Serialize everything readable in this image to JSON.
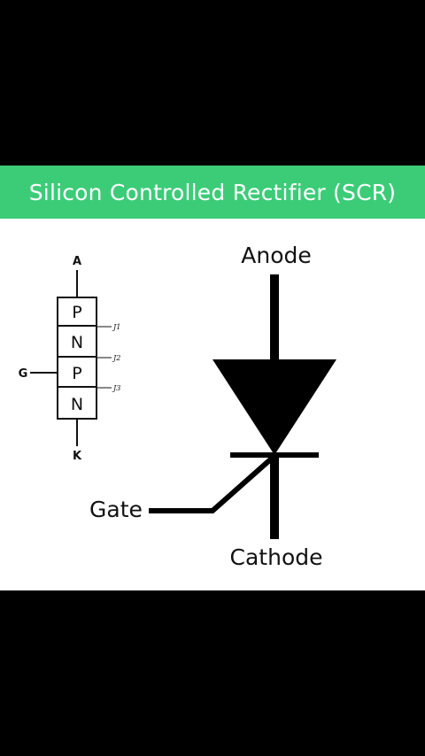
{
  "banner": {
    "title": "Silicon Controlled Rectifier (SCR)",
    "color": "#3ccc78"
  },
  "layer_diagram": {
    "anode_label": "A",
    "cathode_label": "K",
    "gate_label": "G",
    "layers": [
      "P",
      "N",
      "P",
      "N"
    ],
    "junctions": [
      "J1",
      "J2",
      "J3"
    ]
  },
  "symbol": {
    "anode_label": "Anode",
    "cathode_label": "Cathode",
    "gate_label": "Gate"
  }
}
